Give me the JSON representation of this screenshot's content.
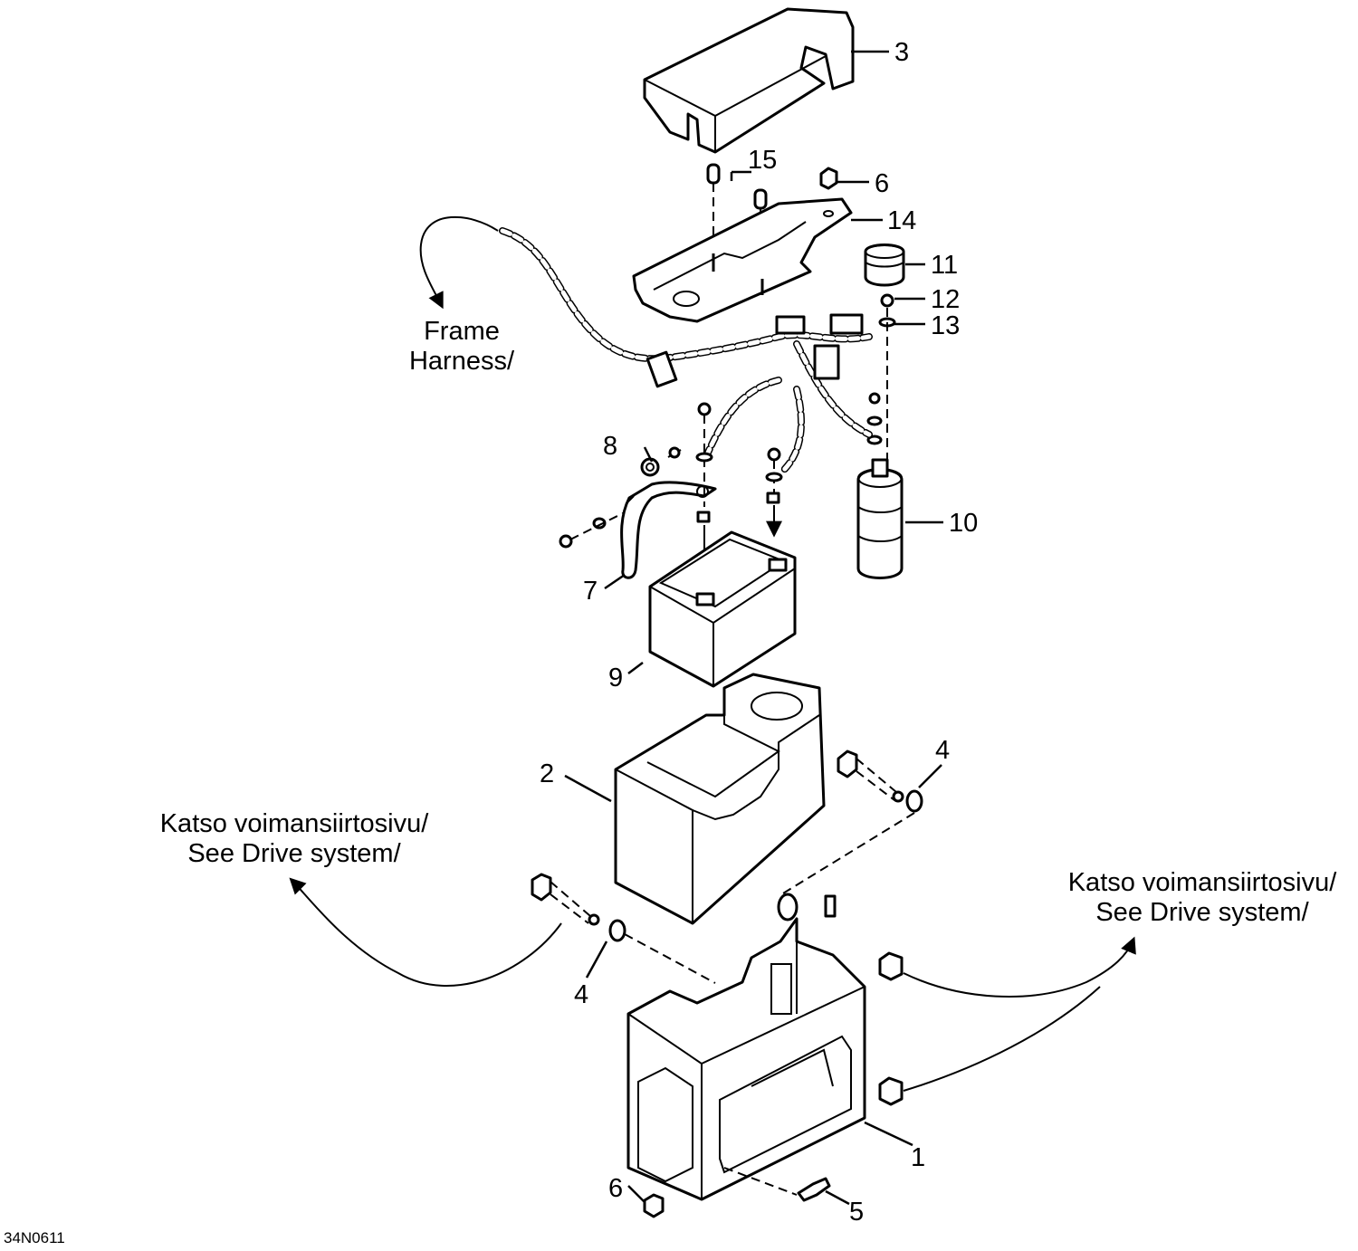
{
  "diagram": {
    "part_numbers": {
      "p1": "1",
      "p2": "2",
      "p3": "3",
      "p4a": "4",
      "p4b": "4",
      "p5": "5",
      "p6a": "6",
      "p6b": "6",
      "p7": "7",
      "p8": "8",
      "p9": "9",
      "p10": "10",
      "p11": "11",
      "p12": "12",
      "p13": "13",
      "p14": "14",
      "p15": "15"
    },
    "notes": {
      "frame_harness_line1": "Frame",
      "frame_harness_line2": "Harness/",
      "drive_left_line1": "Katso voimansiirtosivu/",
      "drive_left_line2": "See Drive system/",
      "drive_right_line1": "Katso voimansiirtosivu/",
      "drive_right_line2": "See Drive system/"
    },
    "drawing_code": "34N0611"
  }
}
